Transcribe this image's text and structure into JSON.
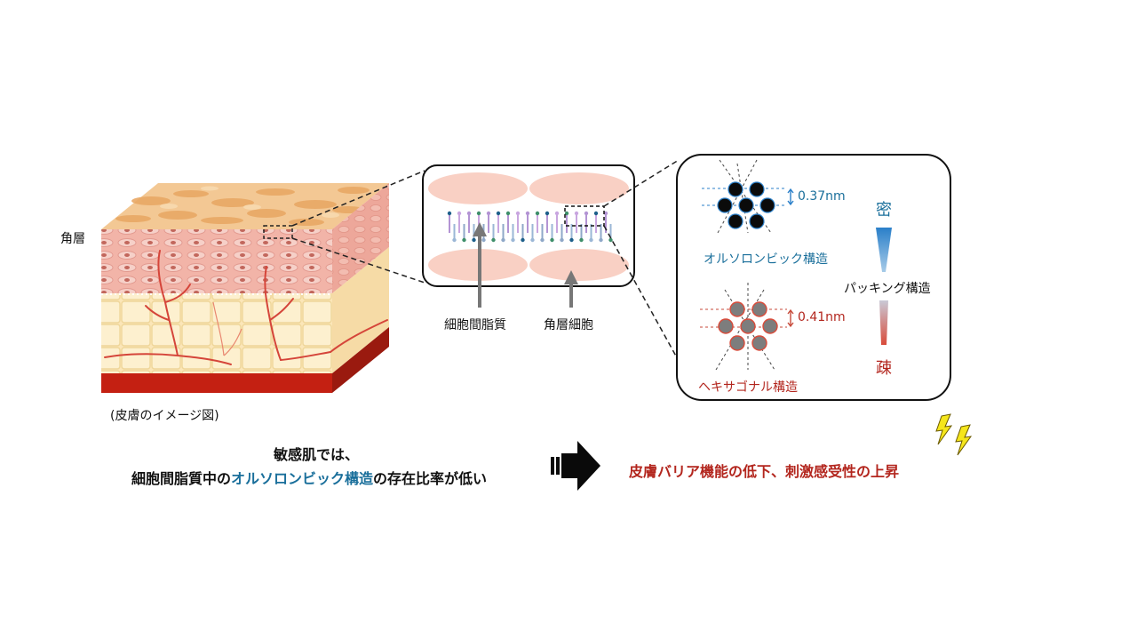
{
  "labels": {
    "horny_layer": "角層",
    "skin_caption": "(皮膚のイメージ図)",
    "intercellular_lipid": "細胞間脂質",
    "corneocyte": "角層細胞",
    "dense": "密",
    "sparse": "疎",
    "packing_structure": "パッキング構造",
    "orthorhombic_name": "オルソロンビック構造",
    "orthorhombic_distance": "0.37nm",
    "hexagonal_name": "ヘキサゴナル構造",
    "hexagonal_distance": "0.41nm"
  },
  "conclusion": {
    "line1": "敏感肌では、",
    "line2_pre": "細胞間脂質中の",
    "line2_highlight": "オルソロンビック構造",
    "line2_post": "の存在比率が低い",
    "result": "皮膚バリア機能の低下、刺激感受性の上昇"
  },
  "colors": {
    "blue": "#1a6f9b",
    "red": "#b3261e",
    "skin_top": "#f0c89a",
    "skin_mid": "#f2b4a8",
    "skin_fat": "#fbe6b8",
    "skin_base": "#c42012"
  }
}
